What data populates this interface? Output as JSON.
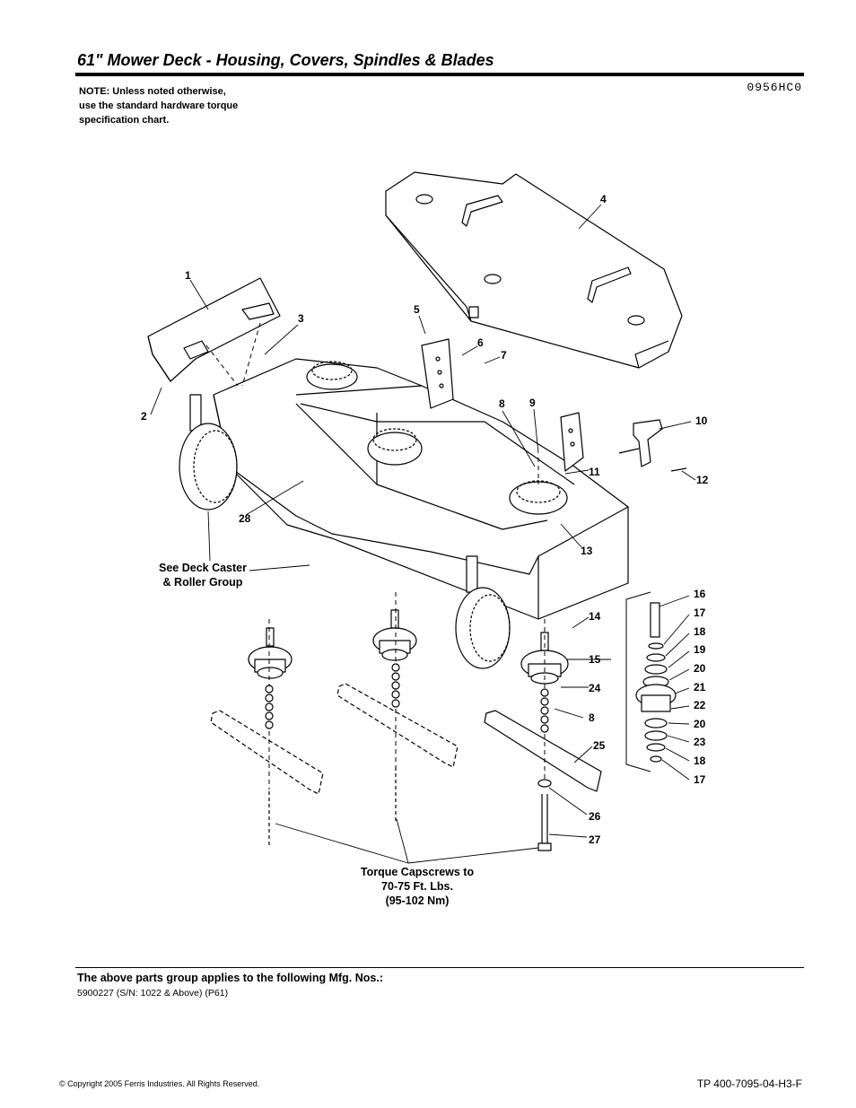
{
  "header": {
    "title": "61\" Mower Deck - Housing, Covers, Spindles & Blades",
    "note_lines": [
      "NOTE: Unless noted otherwise,",
      "use the standard hardware torque",
      "specification chart."
    ],
    "drawing_code": "0956HC0"
  },
  "callouts": {
    "c1": "1",
    "c2": "2",
    "c3": "3",
    "c4": "4",
    "c5": "5",
    "c6": "6",
    "c7": "7",
    "c8a": "8",
    "c9": "9",
    "c10": "10",
    "c11": "11",
    "c12": "12",
    "c13": "13",
    "c14": "14",
    "c15": "15",
    "c24": "24",
    "c8b": "8",
    "c25": "25",
    "c26": "26",
    "c27": "27",
    "c28": "28",
    "c16": "16",
    "c17a": "17",
    "c18a": "18",
    "c19": "19",
    "c20a": "20",
    "c21": "21",
    "c22": "22",
    "c20b": "20",
    "c23": "23",
    "c18b": "18",
    "c17b": "17"
  },
  "annotations": {
    "caster_line1": "See Deck Caster",
    "caster_line2": "& Roller Group",
    "torque_line1": "Torque Capscrews to",
    "torque_line2": "70-75 Ft. Lbs.",
    "torque_line3": "(95-102 Nm)"
  },
  "footer": {
    "applies_heading": "The above parts group applies to the following Mfg. Nos.:",
    "mfg_numbers": "5900227 (S/N: 1022 & Above) (P61)",
    "copyright": "© Copyright  2005 Ferris Industries. All Rights Reserved.",
    "doc_number": "TP 400-7095-04-H3-F"
  }
}
